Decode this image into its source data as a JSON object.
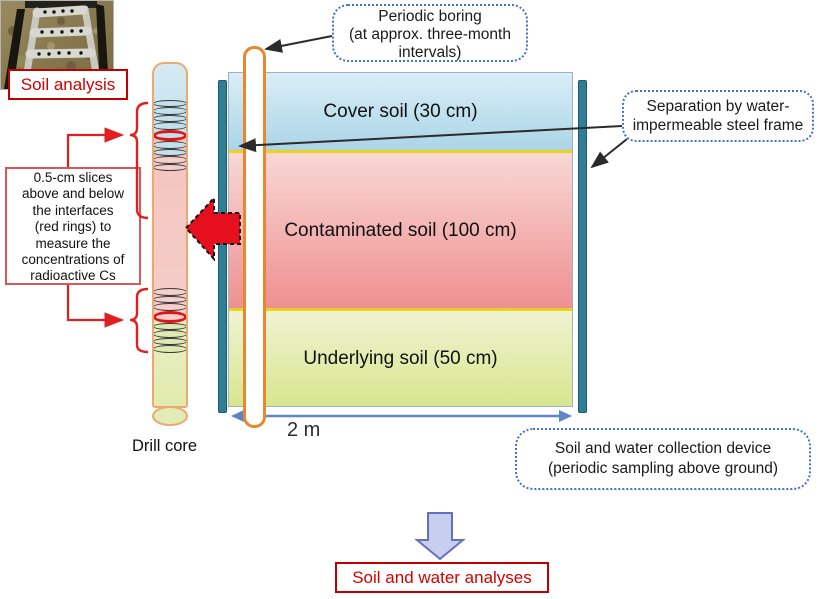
{
  "callouts": {
    "periodic_boring": {
      "lines": [
        "Periodic boring",
        "(at approx. three-month",
        "intervals)"
      ]
    },
    "separation": {
      "lines": [
        "Separation by water-",
        "impermeable steel frame"
      ]
    },
    "collection_device": {
      "lines": [
        "Soil and water collection device",
        "(periodic sampling above ground)"
      ]
    }
  },
  "labels": {
    "soil_analysis": "Soil analysis",
    "soil_water_analyses": "Soil and water analyses",
    "dimension": "2 m"
  },
  "slices_note": {
    "lines": [
      "0.5-cm slices",
      "above and below",
      "the interfaces",
      "(red rings) to",
      "measure the",
      "concentrations of",
      "radioactive Cs"
    ]
  },
  "layers": [
    {
      "name": "cover",
      "label": "Cover soil (30 cm)"
    },
    {
      "name": "contaminated",
      "label": "Contaminated soil (100 cm)"
    },
    {
      "name": "underlying",
      "label": "Underlying soil (50 cm)"
    }
  ],
  "drill_core": {
    "label": "Drill core",
    "ring_groups": [
      {
        "rings": [
          "blue",
          "blue",
          "blue",
          "blue",
          "red-blue",
          "blue",
          "blue",
          "pink",
          "pink"
        ]
      },
      {
        "rings": [
          "pink",
          "pink",
          "pink",
          "red-pink",
          "green",
          "green",
          "green",
          "green"
        ]
      }
    ]
  },
  "colors": {
    "callout_border_blue": "#4472C4",
    "red_box_border": "#C00000",
    "red_text": "#D20000",
    "steel_frame_teal": "#2F7E95",
    "boring_tube_orange": "#E8872F",
    "interface_yellow": "#EDD11F",
    "sampling_arrow_red": "#E60F1E",
    "dimension_arrow_blue": "#5C86C9",
    "flow_arrow_fill": "#C8CEF0"
  }
}
